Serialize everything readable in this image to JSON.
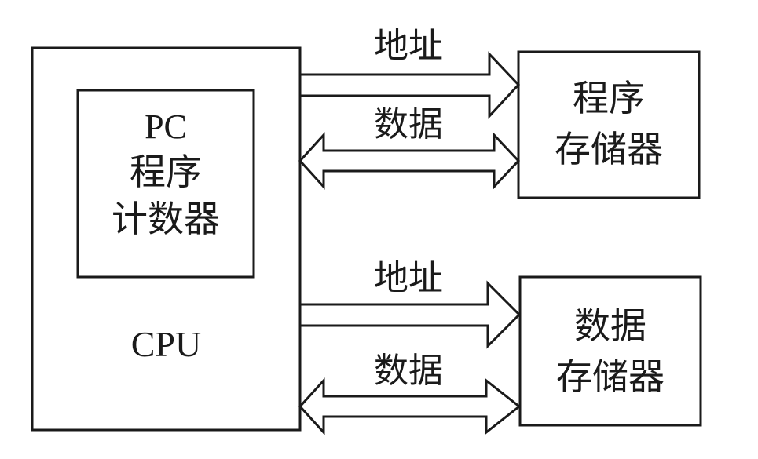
{
  "diagram": {
    "type": "block-diagram",
    "title": "",
    "colors": {
      "stroke": "#1a1a1a",
      "background": "#ffffff"
    },
    "cpu": {
      "label": "CPU"
    },
    "pc": {
      "abbr": "PC",
      "line1": "程序",
      "line2": "计数器"
    },
    "program_memory": {
      "line1": "程序",
      "line2": "存储器"
    },
    "data_memory": {
      "line1": "数据",
      "line2": "存储器"
    },
    "buses": [
      {
        "id": "prog-addr",
        "label": "地址",
        "direction": "cpu-to-memory",
        "target": "program_memory"
      },
      {
        "id": "prog-data",
        "label": "数据",
        "direction": "bidirectional",
        "target": "program_memory"
      },
      {
        "id": "data-addr",
        "label": "地址",
        "direction": "cpu-to-memory",
        "target": "data_memory"
      },
      {
        "id": "data-data",
        "label": "数据",
        "direction": "bidirectional",
        "target": "data_memory"
      }
    ]
  }
}
